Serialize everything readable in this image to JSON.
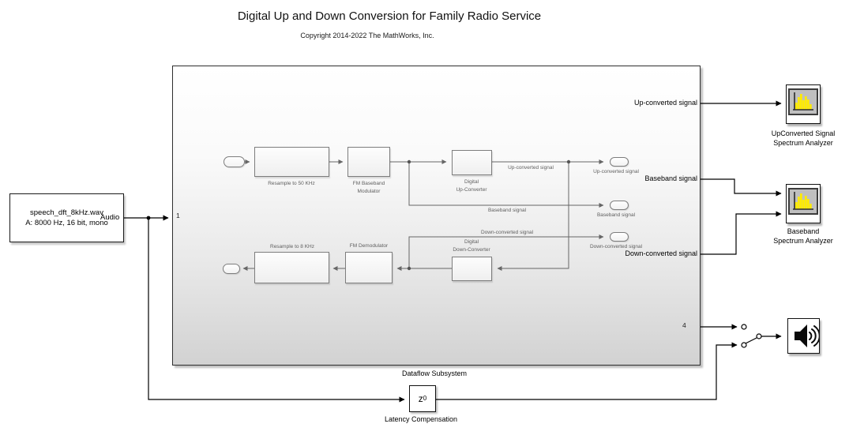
{
  "title": "Digital Up and Down Conversion for Family Radio Service",
  "copyright": "Copyright 2014-2022 The MathWorks, Inc.",
  "source_block": {
    "name_line1": "speech_dft_8kHz.wav",
    "name_line2": "A: 8000 Hz, 16 bit, mono",
    "output_signal": "Audio"
  },
  "subsystem": {
    "label": "Dataflow Subsystem",
    "inport_number": "1",
    "outport_number": "4",
    "blocks": {
      "resample_50": {
        "label": "Resample to 50 KHz"
      },
      "fm_mod": {
        "label_line1": "FM Baseband",
        "label_line2": "Modulator"
      },
      "duc": {
        "label_line1": "Digital",
        "label_line2": "Up-Converter"
      },
      "resample_8": {
        "label": "Resample to 8 KHz"
      },
      "fm_demod": {
        "label": "FM Demodulator"
      },
      "ddc": {
        "label_line1": "Digital",
        "label_line2": "Down-Converter"
      }
    },
    "line_labels": {
      "up": "Up-converted signal",
      "baseband": "Baseband signal",
      "down": "Down-converted signal"
    },
    "outports": {
      "up": "Up-converted signal",
      "baseband": "Baseband signal",
      "down": "Down-converted signal"
    },
    "edge_labels": {
      "up": "Up-converted signal",
      "baseband": "Baseband signal",
      "down": "Down-converted signal"
    }
  },
  "sinks": {
    "up_analyzer": {
      "label_line1": "UpConverted Signal",
      "label_line2": "Spectrum Analyzer"
    },
    "baseband_analyzer": {
      "label_line1": "Baseband",
      "label_line2": "Spectrum Analyzer"
    }
  },
  "latency_block": {
    "base": "z",
    "exponent": "0",
    "label": "Latency Compensation"
  },
  "icons": {
    "up_analyzer": "spectrum-analyzer-icon",
    "baseband_analyzer": "spectrum-analyzer-icon",
    "audio_output": "speaker-icon"
  },
  "colors": {
    "outer_wire": "#000000",
    "inner_wire": "#666666",
    "spectrum_bar": "#ffeb00",
    "screen_bg": "#bfbfbf",
    "subsystem_bottom": "#d2d2d2"
  }
}
